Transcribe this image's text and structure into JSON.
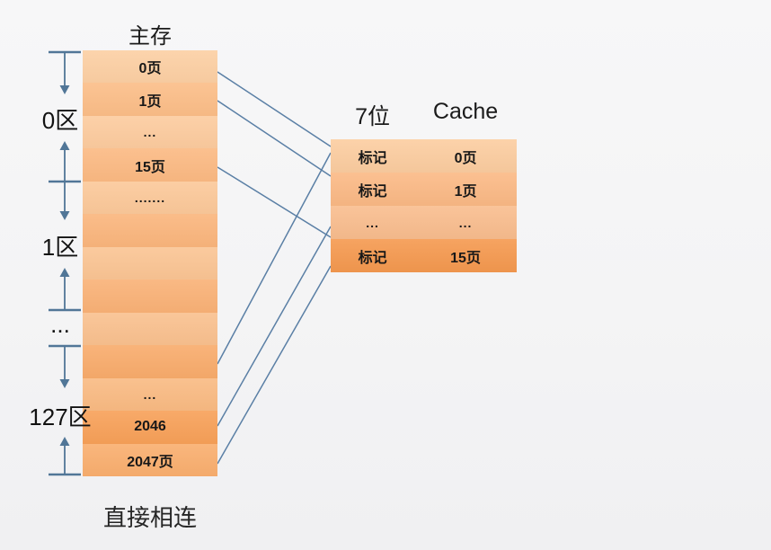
{
  "memory": {
    "title": "主存",
    "rows": [
      {
        "label": "0页"
      },
      {
        "label": "1页"
      },
      {
        "label": "..."
      },
      {
        "label": "15页"
      },
      {
        "label": "......."
      },
      {
        "label": ""
      },
      {
        "label": ""
      },
      {
        "label": ""
      },
      {
        "label": ""
      },
      {
        "label": ""
      },
      {
        "label": "..."
      },
      {
        "label": "2046"
      },
      {
        "label": "2047页"
      }
    ]
  },
  "zones": [
    {
      "label": "0区"
    },
    {
      "label": "1区"
    },
    {
      "label": "..."
    },
    {
      "label": "127区"
    }
  ],
  "cache": {
    "bits_label": "7位",
    "title": "Cache",
    "rows": [
      {
        "tag": "标记",
        "page": "0页"
      },
      {
        "tag": "标记",
        "page": "1页"
      },
      {
        "tag": "...",
        "page": "..."
      },
      {
        "tag": "标记",
        "page": "15页"
      }
    ]
  },
  "caption": "直接相连",
  "colors": {
    "bracket_line": "#517697",
    "connector_line": "#5A7FA5",
    "memory_light_top": "#FCCFA3",
    "memory_dark_bottom": "#F7A058",
    "cache_highlight_row": "#F5994F"
  }
}
